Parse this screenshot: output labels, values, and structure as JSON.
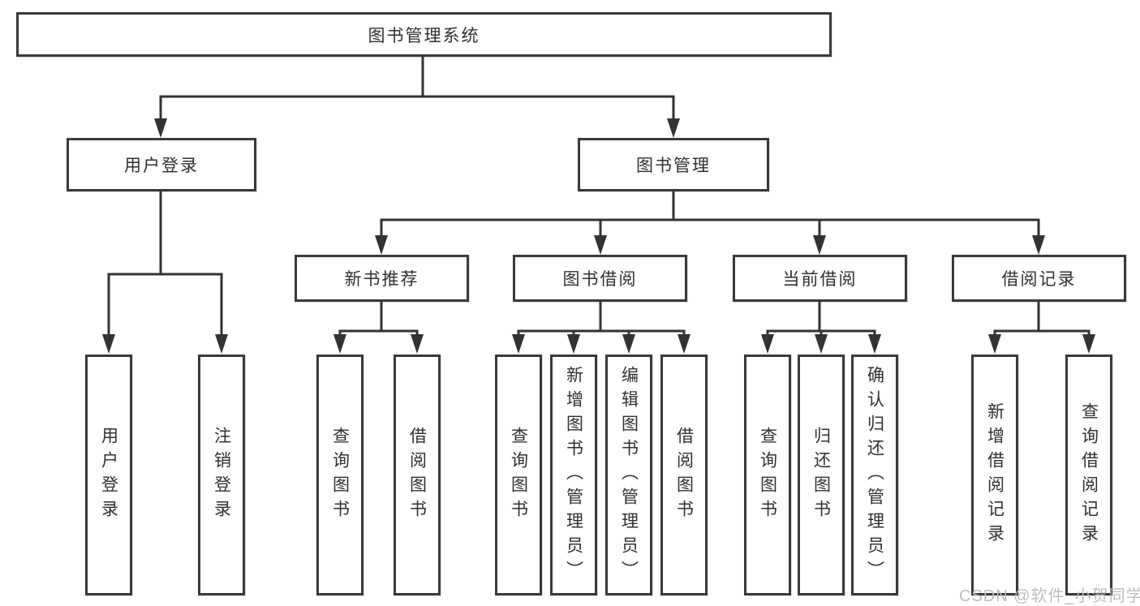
{
  "diagram": {
    "root_label": "图书管理系统",
    "level2": [
      {
        "label": "用户登录",
        "leaves": [
          "用户登录",
          "注销登录"
        ]
      },
      {
        "label": "图书管理",
        "level3": [
          {
            "label": "新书推荐",
            "leaves": [
              "查询图书",
              "借阅图书"
            ]
          },
          {
            "label": "图书借阅",
            "leaves": [
              "查询图书",
              "新增图书（管理员）",
              "编辑图书（管理员）",
              "借阅图书"
            ]
          },
          {
            "label": "当前借阅",
            "leaves": [
              "查询图书",
              "归还图书",
              "确认归还（管理员）"
            ]
          },
          {
            "label": "借阅记录",
            "leaves": [
              "新增借阅记录",
              "查询借阅记录"
            ]
          }
        ]
      }
    ]
  },
  "colors": {
    "line": "#333333",
    "box_border": "#3a3a3a",
    "text": "#2f2f2f",
    "watermark": "#b9bdc1",
    "background": "#ffffff"
  },
  "watermark": {
    "text": "CSDN @软件_小贺同学"
  }
}
